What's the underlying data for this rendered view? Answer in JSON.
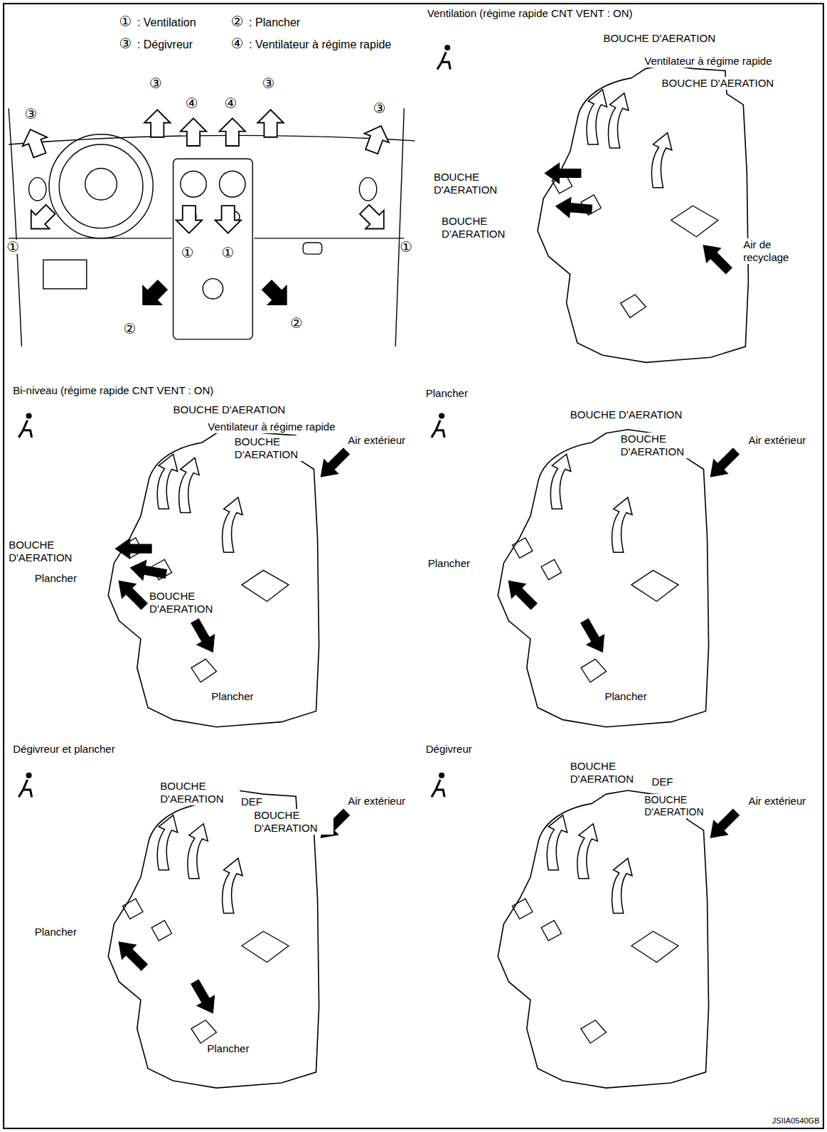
{
  "diagram": {
    "labels": [
      "①",
      ": Ventilation",
      "②",
      ": Plancher",
      "③",
      ": Dégivreur",
      "④",
      ": Ventilateur à régime rapide",
      "③",
      "③",
      "④",
      "④",
      "③",
      "③",
      "①",
      "①",
      "①",
      "①",
      "②",
      "②",
      "Ventilation (régime rapide CNT VENT : ON)",
      "BOUCHE D'AERATION",
      "Ventilateur à régime rapide",
      "BOUCHE D'AERATION",
      "BOUCHE D'AERATION",
      "BOUCHE D'AERATION",
      "Air de recyclage",
      "Bi-niveau (régime rapide CNT VENT : ON)",
      "BOUCHE D'AERATION",
      "Ventilateur à régime rapide",
      "BOUCHE D'AERATION",
      "Air extérieur",
      "BOUCHE D'AERATION",
      "Plancher",
      "BOUCHE D'AERATION",
      "Plancher",
      "Plancher",
      "BOUCHE D'AERATION",
      "BOUCHE D'AERATION",
      "Air extérieur",
      "Plancher",
      "Plancher",
      "Dégivreur et plancher",
      "BOUCHE D'AERATION",
      "DEF",
      "BOUCHE D'AERATION",
      "Air extérieur",
      "Plancher",
      "Plancher",
      "Dégivreur",
      "BOUCHE D'AERATION",
      "DEF",
      "BOUCHE D'AERATION",
      "Air extérieur",
      "JSIIA0540GB"
    ]
  }
}
